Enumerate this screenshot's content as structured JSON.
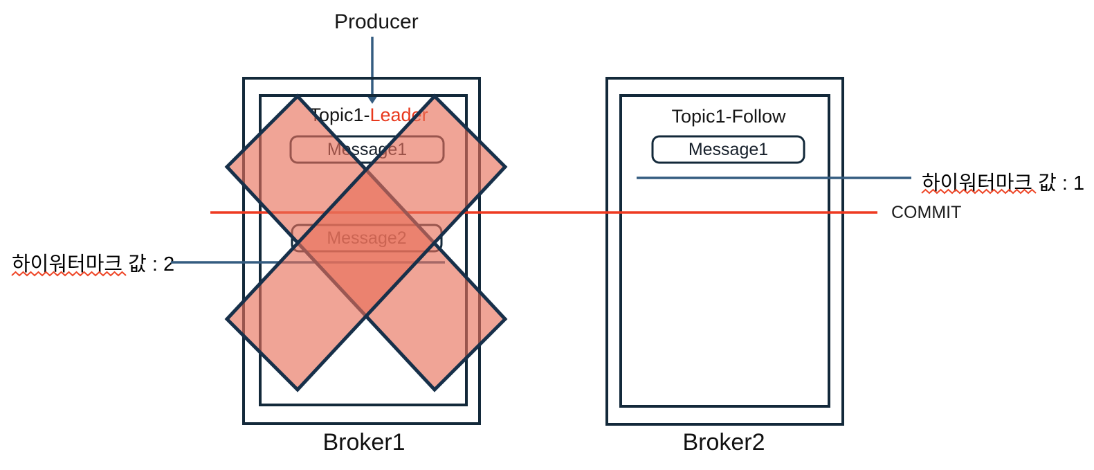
{
  "producer": {
    "label": "Producer"
  },
  "commit": {
    "label": "COMMIT"
  },
  "broker1": {
    "label": "Broker1",
    "topic": {
      "prefix": "Topic1-",
      "highlight": "Leader"
    },
    "messages": [
      "Message1",
      "Message2"
    ],
    "watermark": {
      "label": "하이워터마크 값 : 2"
    }
  },
  "broker2": {
    "label": "Broker2",
    "topic": {
      "title": "Topic1-Follow"
    },
    "messages": [
      "Message1"
    ],
    "watermark": {
      "label": "하이워터마크 값 : 1"
    }
  },
  "icons": {
    "x_mark": "crossed-out-failure-mark",
    "producer_arrow": "downward-arrow"
  },
  "colors": {
    "box_border_navy": "#13293a",
    "line_steel_blue": "#345c80",
    "commit_red": "#ee3a21",
    "x_mark_fill_salmon": "#e86f59",
    "x_mark_stroke": "#17304a",
    "leader_text_red": "#e8391d",
    "squiggle_red": "#ee4526"
  }
}
